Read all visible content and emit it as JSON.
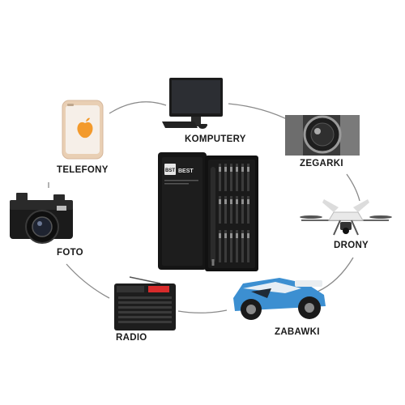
{
  "labels": {
    "komputery": "KOMPUTERY",
    "zegarki": "ZEGARKI",
    "drony": "DRONY",
    "zabawki": "ZABAWKI",
    "radio": "RADIO",
    "foto": "FOTO",
    "telefony": "TELEFONY"
  },
  "toolkit": {
    "brand": "BEST",
    "logo_text": "BST"
  },
  "colors": {
    "ring": "#8a8a8a",
    "case": "#151515",
    "phone_gold": "#e9cfb4",
    "phone_screen_accent": "#f39a2c",
    "car_blue": "#3c8fd1",
    "radio_red": "#d82b2b"
  }
}
